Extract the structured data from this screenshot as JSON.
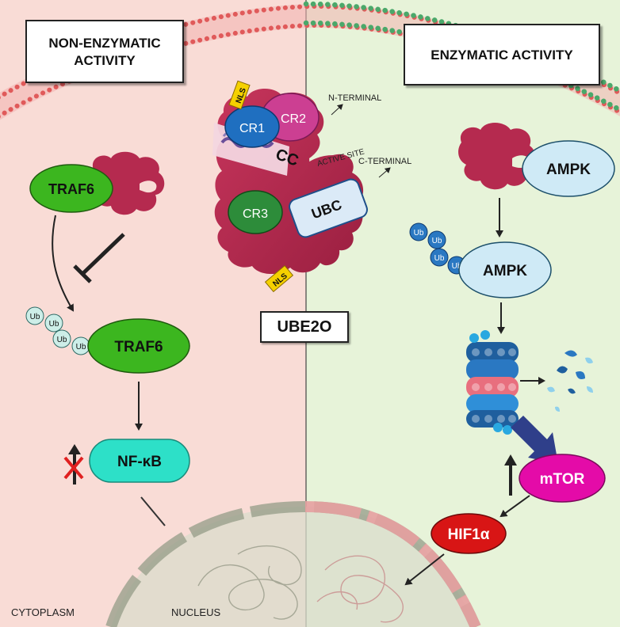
{
  "panels": {
    "left_title": "NON-ENZYMATIC ACTIVITY",
    "right_title": "ENZYMATIC ACTIVITY"
  },
  "protein": {
    "name": "UBE2O",
    "domains": {
      "cr1": "CR1",
      "cr2": "CR2",
      "cr3": "CR3",
      "cc": "CC",
      "ubc": "UBC",
      "nls": "NLS"
    },
    "annotations": {
      "n_terminal": "N-TERMINAL",
      "active_site": "ACTIVE SITE",
      "c_terminal": "C-TERMINAL"
    }
  },
  "left_pathway": {
    "traf6_top": "TRAF6",
    "traf6_ub": "TRAF6",
    "nfkb": "NF-κB",
    "ub_tag": "Ub"
  },
  "right_pathway": {
    "ampk_top": "AMPK",
    "ampk_ub": "AMPK",
    "mtor": "mTOR",
    "hif1a": "HIF1α",
    "ub_tag": "Ub"
  },
  "locations": {
    "cytoplasm": "CYTOPLASM",
    "nucleus": "NUCLEUS"
  },
  "colors": {
    "left_bg": "#f9dcd6",
    "right_bg": "#e7f3d9",
    "protein": "#b52a4f",
    "traf6": "#3cb61f",
    "nfkb": "#2de0c8",
    "ampk": "#cfeaf6",
    "mtor": "#e40ba8",
    "hif1a": "#d81515",
    "cr1": "#1f6fc0",
    "cr2": "#cc3f92",
    "cr3": "#2d8c3a"
  }
}
